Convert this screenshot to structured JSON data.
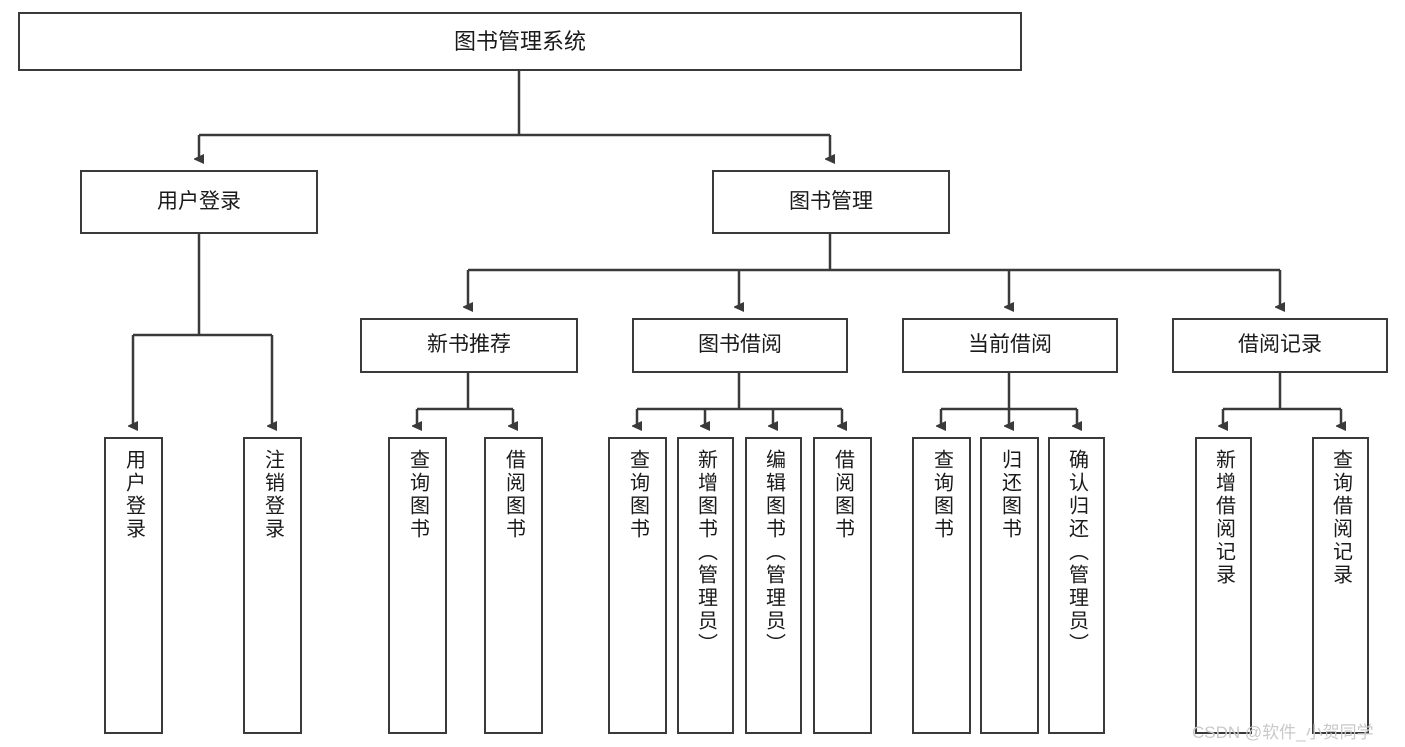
{
  "diagram": {
    "title": "图书管理系统",
    "watermark": "CSDN @软件_小贺同学",
    "edge_color": "#3a3a3a",
    "box_border_color": "#3a3a3a",
    "text_color": "#1a1a1a",
    "background": "#ffffff",
    "nodes": {
      "root": {
        "label": "图书管理系统"
      },
      "level2": [
        {
          "label": "用户登录"
        },
        {
          "label": "图书管理"
        }
      ],
      "level3": [
        {
          "label": "新书推荐"
        },
        {
          "label": "图书借阅"
        },
        {
          "label": "当前借阅"
        },
        {
          "label": "借阅记录"
        }
      ],
      "leaves_user_login": [
        {
          "label": "用户登录"
        },
        {
          "label": "注销登录"
        }
      ],
      "leaves_new_books": [
        {
          "label": "查询图书"
        },
        {
          "label": "借阅图书"
        }
      ],
      "leaves_borrow": [
        {
          "label": "查询图书"
        },
        {
          "label": "新增图书（管理员）"
        },
        {
          "label": "编辑图书（管理员）"
        },
        {
          "label": "借阅图书"
        }
      ],
      "leaves_current": [
        {
          "label": "查询图书"
        },
        {
          "label": "归还图书"
        },
        {
          "label": "确认归还（管理员）"
        }
      ],
      "leaves_records": [
        {
          "label": "新增借阅记录"
        },
        {
          "label": "查询借阅记录"
        }
      ]
    }
  }
}
